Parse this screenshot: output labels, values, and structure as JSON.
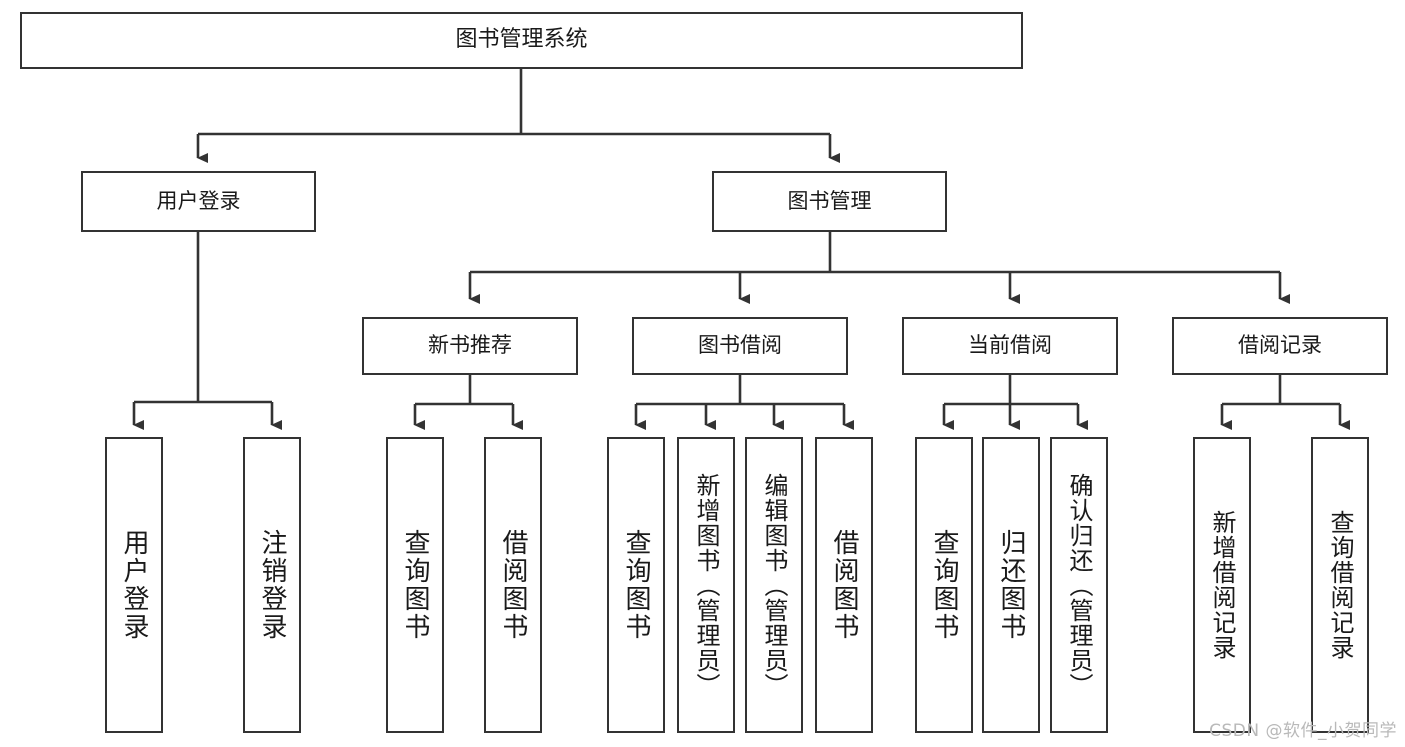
{
  "diagram": {
    "type": "tree",
    "title": "图书管理系统",
    "orientation": "top-down",
    "colors": {
      "box_border": "#333333",
      "box_fill": "#ffffff",
      "connector": "#333333",
      "text": "#1a1a1a",
      "watermark": "#b9b9b9"
    }
  },
  "nodes": {
    "root": {
      "label": "图书管理系统"
    },
    "level2": [
      {
        "label": "用户登录"
      },
      {
        "label": "图书管理"
      }
    ],
    "level3": [
      {
        "label": "新书推荐"
      },
      {
        "label": "图书借阅"
      },
      {
        "label": "当前借阅"
      },
      {
        "label": "借阅记录"
      }
    ],
    "leaves": {
      "user_login": [
        {
          "label": "用户登录"
        },
        {
          "label": "注销登录"
        }
      ],
      "new_book_recommend": [
        {
          "label": "查询图书"
        },
        {
          "label": "借阅图书"
        }
      ],
      "book_borrow": [
        {
          "label": "查询图书"
        },
        {
          "label": "新增图书（管理员）"
        },
        {
          "label": "编辑图书（管理员）"
        },
        {
          "label": "借阅图书"
        }
      ],
      "current_borrow": [
        {
          "label": "查询图书"
        },
        {
          "label": "归还图书"
        },
        {
          "label": "确认归还（管理员）"
        }
      ],
      "borrow_record": [
        {
          "label": "新增借阅记录"
        },
        {
          "label": "查询借阅记录"
        }
      ]
    }
  },
  "watermark": {
    "text": "CSDN @软件_小贺同学"
  }
}
